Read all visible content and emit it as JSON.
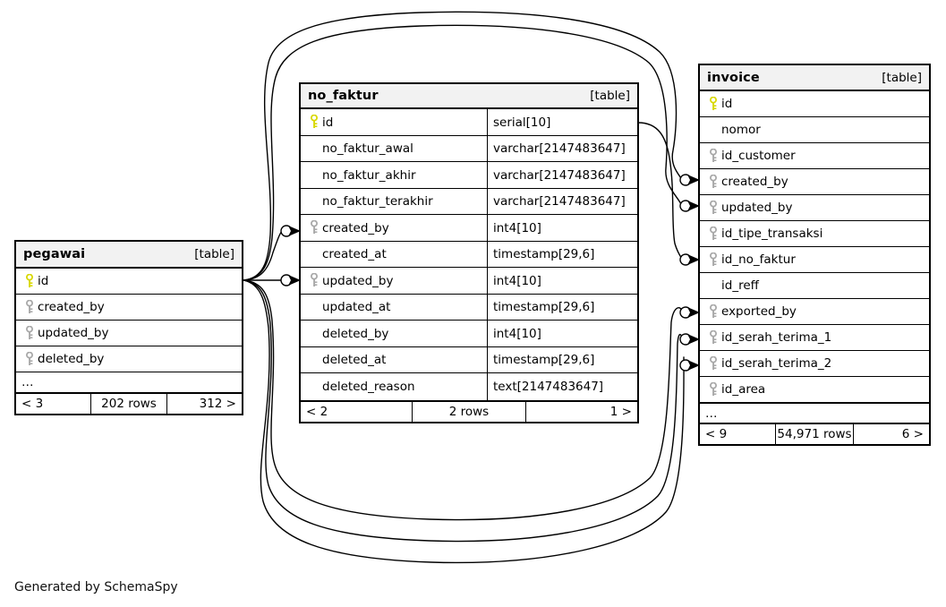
{
  "diagram": {
    "caption": "Generated by SchemaSpy",
    "kind_label": "[table]",
    "ellipsis": "…"
  },
  "tables": {
    "pegawai": {
      "name": "pegawai",
      "kind": "[table]",
      "columns": [
        {
          "name": "id",
          "key": "primary",
          "type": ""
        },
        {
          "name": "created_by",
          "key": "foreign",
          "type": ""
        },
        {
          "name": "updated_by",
          "key": "foreign",
          "type": ""
        },
        {
          "name": "deleted_by",
          "key": "foreign",
          "type": ""
        }
      ],
      "has_ellipsis": true,
      "footer": {
        "left": "< 3",
        "middle": "202 rows",
        "right": "312 >"
      }
    },
    "no_faktur": {
      "name": "no_faktur",
      "kind": "[table]",
      "columns": [
        {
          "name": "id",
          "key": "primary",
          "type": "serial[10]"
        },
        {
          "name": "no_faktur_awal",
          "key": "none",
          "type": "varchar[2147483647]"
        },
        {
          "name": "no_faktur_akhir",
          "key": "none",
          "type": "varchar[2147483647]"
        },
        {
          "name": "no_faktur_terakhir",
          "key": "none",
          "type": "varchar[2147483647]"
        },
        {
          "name": "created_by",
          "key": "foreign",
          "type": "int4[10]"
        },
        {
          "name": "created_at",
          "key": "none",
          "type": "timestamp[29,6]"
        },
        {
          "name": "updated_by",
          "key": "foreign",
          "type": "int4[10]"
        },
        {
          "name": "updated_at",
          "key": "none",
          "type": "timestamp[29,6]"
        },
        {
          "name": "deleted_by",
          "key": "none",
          "type": "int4[10]"
        },
        {
          "name": "deleted_at",
          "key": "none",
          "type": "timestamp[29,6]"
        },
        {
          "name": "deleted_reason",
          "key": "none",
          "type": "text[2147483647]"
        }
      ],
      "has_ellipsis": false,
      "footer": {
        "left": "< 2",
        "middle": "2 rows",
        "right": "1 >"
      }
    },
    "invoice": {
      "name": "invoice",
      "kind": "[table]",
      "columns": [
        {
          "name": "id",
          "key": "primary",
          "type": ""
        },
        {
          "name": "nomor",
          "key": "none",
          "type": ""
        },
        {
          "name": "id_customer",
          "key": "foreign",
          "type": ""
        },
        {
          "name": "created_by",
          "key": "foreign",
          "type": ""
        },
        {
          "name": "updated_by",
          "key": "foreign",
          "type": ""
        },
        {
          "name": "id_tipe_transaksi",
          "key": "foreign",
          "type": ""
        },
        {
          "name": "id_no_faktur",
          "key": "foreign",
          "type": ""
        },
        {
          "name": "id_reff",
          "key": "none",
          "type": ""
        },
        {
          "name": "exported_by",
          "key": "foreign",
          "type": ""
        },
        {
          "name": "id_serah_terima_1",
          "key": "foreign",
          "type": ""
        },
        {
          "name": "id_serah_terima_2",
          "key": "foreign",
          "type": ""
        },
        {
          "name": "id_area",
          "key": "foreign",
          "type": ""
        }
      ],
      "has_ellipsis": true,
      "footer": {
        "left": "< 9",
        "middle": "54,971 rows",
        "right": "6 >"
      }
    }
  },
  "colors": {
    "primary_key": "#e8e800",
    "foreign_key": "#b0b0b0",
    "header_bg": "#f2f2f2",
    "border": "#000000",
    "edge": "#000000"
  },
  "relationships": [
    {
      "from": "pegawai.id",
      "to": "no_faktur.created_by"
    },
    {
      "from": "pegawai.id",
      "to": "no_faktur.updated_by"
    },
    {
      "from": "pegawai.id",
      "to": "invoice.created_by"
    },
    {
      "from": "pegawai.id",
      "to": "invoice.updated_by"
    },
    {
      "from": "pegawai.id",
      "to": "invoice.exported_by"
    },
    {
      "from": "pegawai.id",
      "to": "invoice.id_serah_terima_1"
    },
    {
      "from": "pegawai.id",
      "to": "invoice.id_serah_terima_2"
    },
    {
      "from": "no_faktur.id",
      "to": "invoice.id_no_faktur"
    }
  ]
}
